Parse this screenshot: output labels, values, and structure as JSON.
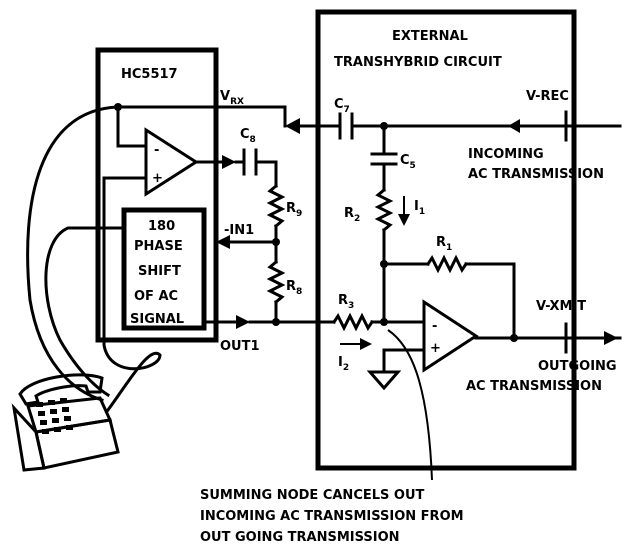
{
  "labels": {
    "chip": "HC5517",
    "external_line1": "EXTERNAL",
    "external_line2": "TRANSHYBRID CIRCUIT",
    "vrx_main": "V",
    "vrx_sub": "RX",
    "c7_main": "C",
    "c7_sub": "7",
    "c8_main": "C",
    "c8_sub": "8",
    "c5_main": "C",
    "c5_sub": "5",
    "r9_main": "R",
    "r9_sub": "9",
    "r8_main": "R",
    "r8_sub": "8",
    "r2_main": "R",
    "r2_sub": "2",
    "r1_main": "R",
    "r1_sub": "1",
    "r3_main": "R",
    "r3_sub": "3",
    "i1_main": "I",
    "i1_sub": "1",
    "i2_main": "I",
    "i2_sub": "2",
    "in1": "-IN1",
    "out1": "OUT1",
    "vrec": "V-REC",
    "vxmit": "V-XMIT",
    "incoming1": "INCOMING",
    "incoming2": "AC TRANSMISSION",
    "outgoing1": "OUTGOING",
    "outgoing2": "AC TRANSMISSION",
    "phase1": "180",
    "phase2": "PHASE",
    "phase3": "SHIFT",
    "phase4": "OF AC",
    "phase5": "SIGNAL",
    "opamp1_minus": "-",
    "opamp1_plus": "+",
    "opamp2_minus": "-",
    "opamp2_plus": "+",
    "caption1": "SUMMING NODE CANCELS OUT",
    "caption2": "INCOMING AC TRANSMISSION FROM",
    "caption3": "OUT GOING TRANSMISSION"
  }
}
